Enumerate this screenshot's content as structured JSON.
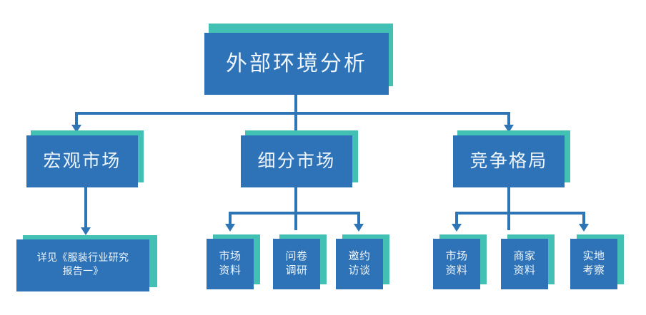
{
  "diagram": {
    "title": "外部环境分析",
    "colors": {
      "box_face": "#2e72b8",
      "box_shadow": "#43c0b4",
      "connector": "#2e75b6",
      "text": "#eef6fb",
      "background": "#ffffff"
    },
    "root": {
      "label": "外部环境分析"
    },
    "branches": [
      {
        "label": "宏观市场",
        "children": [
          {
            "label": "详见《服装行业研究\n报告一》"
          }
        ]
      },
      {
        "label": "细分市场",
        "children": [
          {
            "label": "市场\n资料"
          },
          {
            "label": "问卷\n调研"
          },
          {
            "label": "邀约\n访谈"
          }
        ]
      },
      {
        "label": "竞争格局",
        "children": [
          {
            "label": "市场\n资料"
          },
          {
            "label": "商家\n资料"
          },
          {
            "label": "实地\n考察"
          }
        ]
      }
    ]
  }
}
